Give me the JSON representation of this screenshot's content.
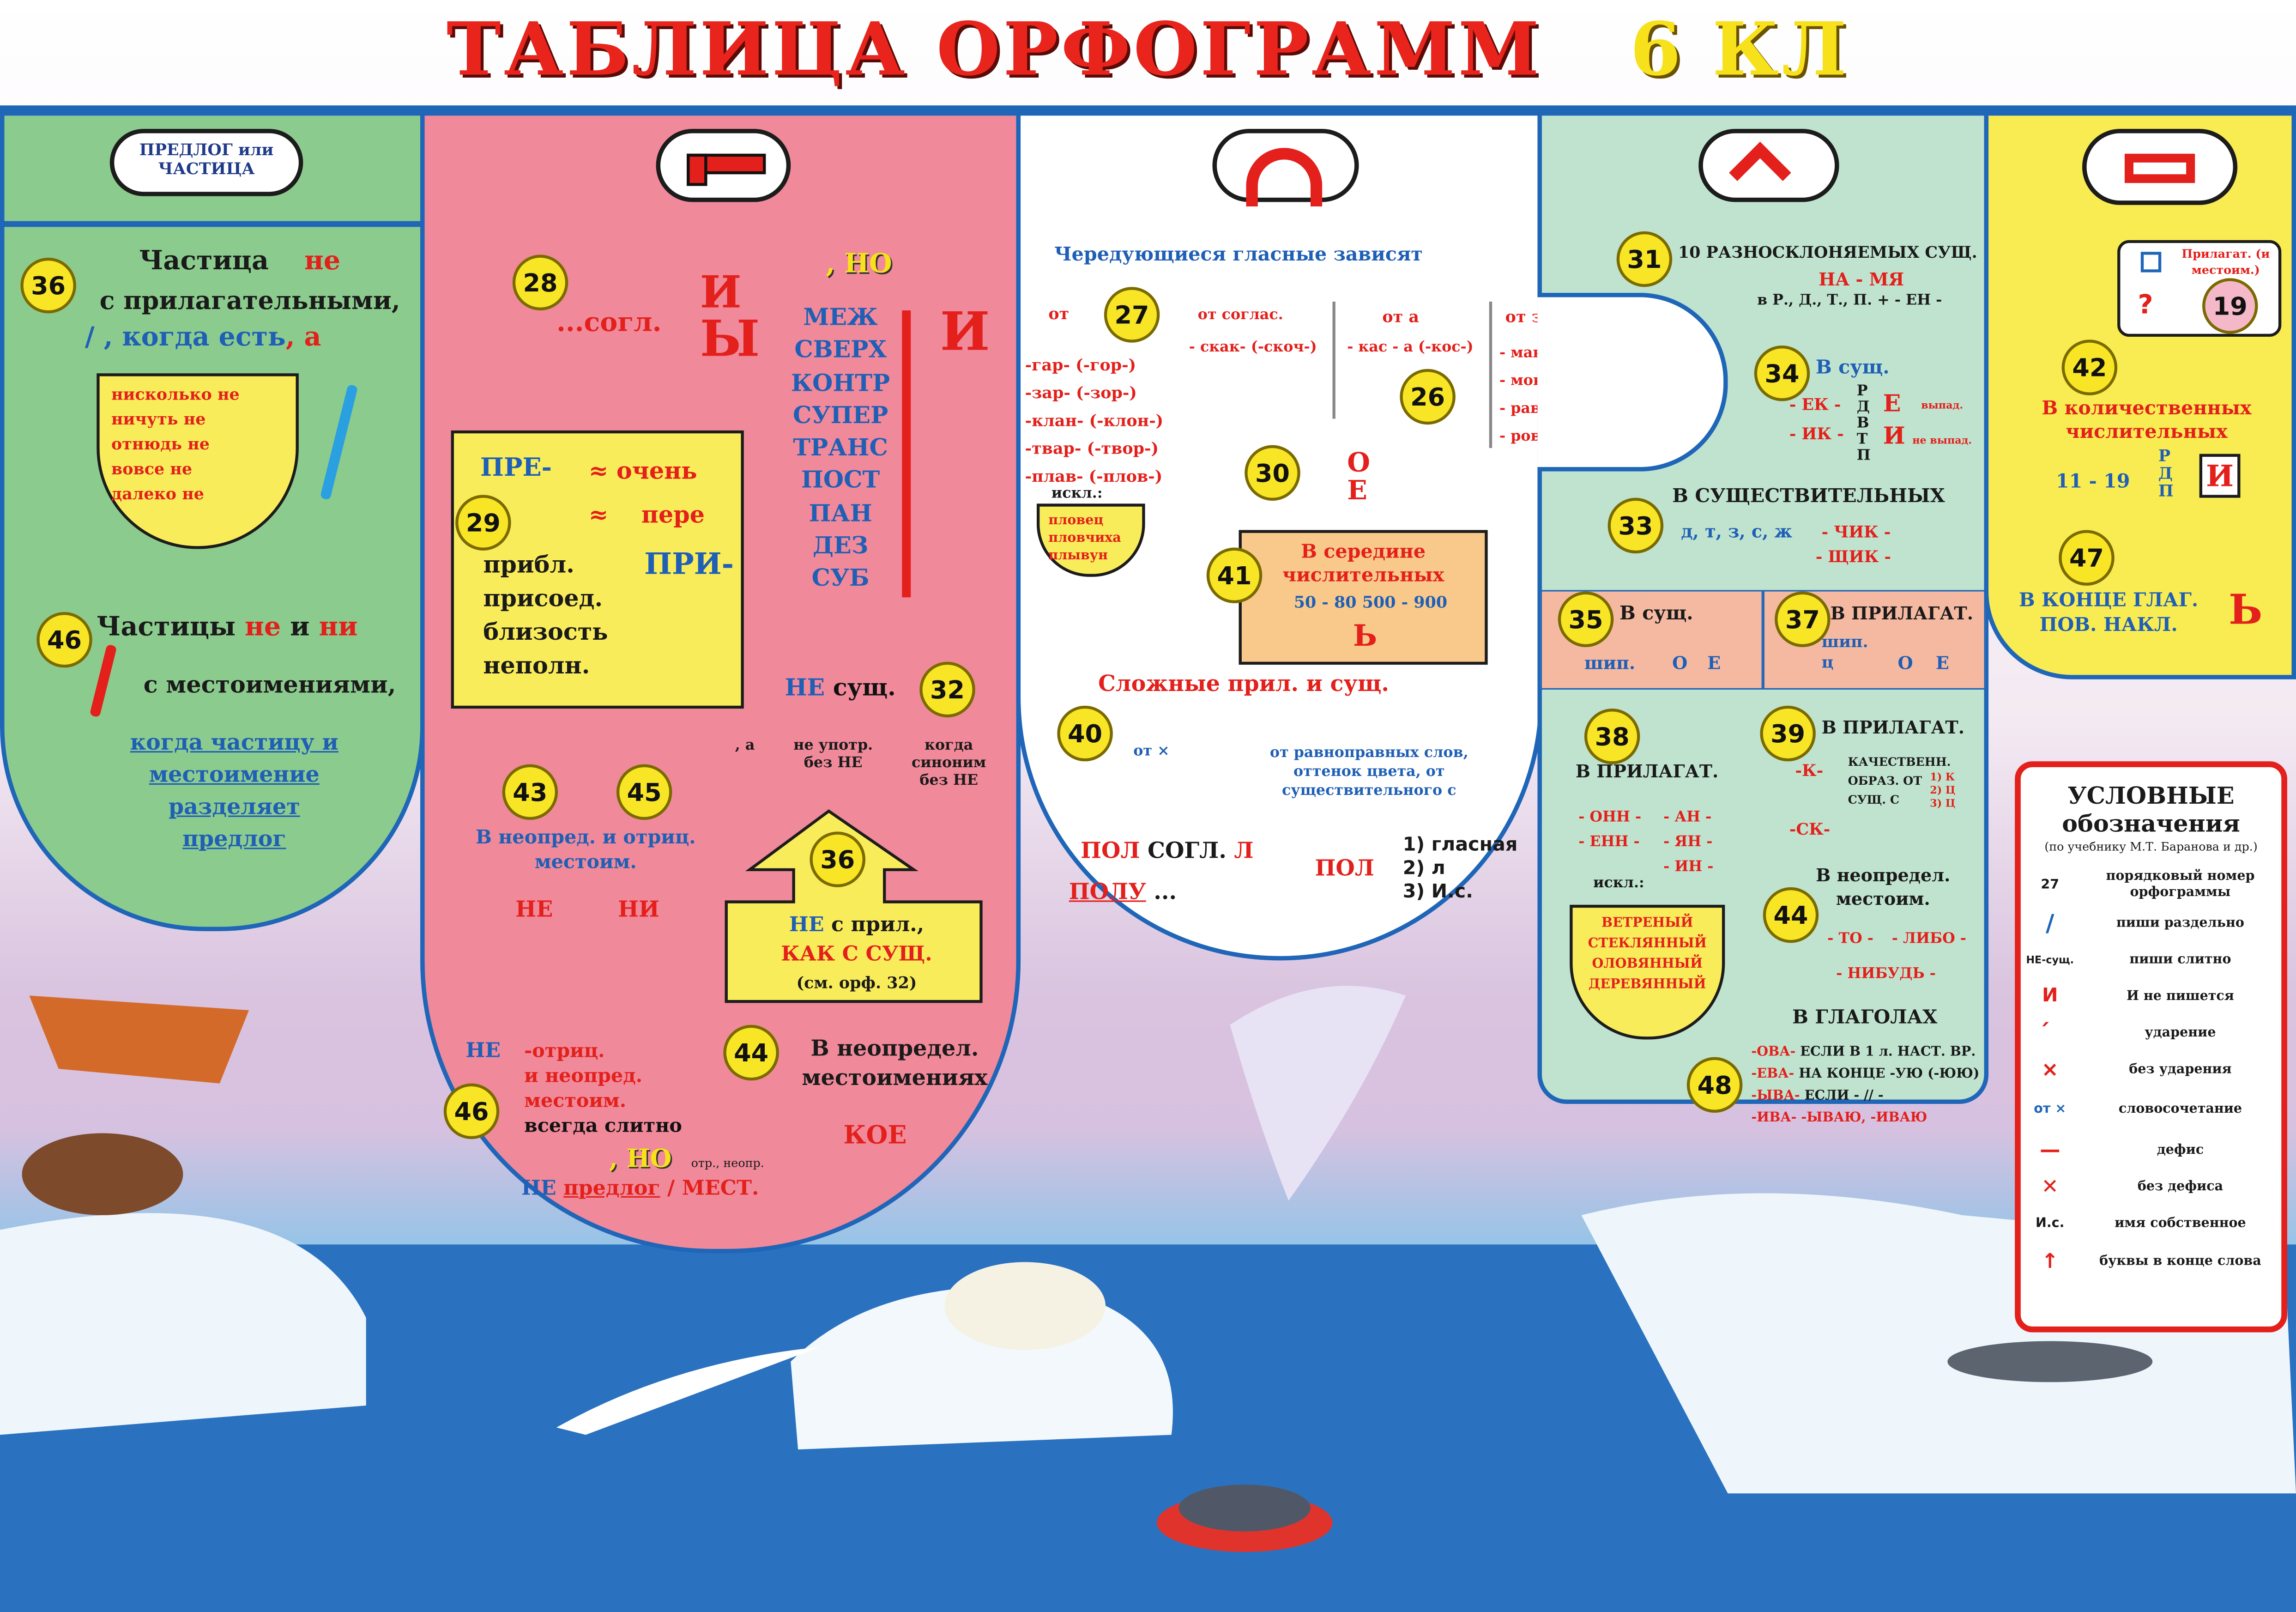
{
  "title": {
    "main": "ТАБЛИЦА ОРФОГРАММ",
    "grade": "6 КЛ"
  },
  "col1": {
    "header": "ПРЕДЛОГ или ЧАСТИЦА",
    "n36": "36",
    "ne_title_1": "Частица",
    "ne_title_2": "не",
    "ne_line2": "с прилагательными,",
    "ne_line3": "/ , когда есть",
    "ne_line3_a": ", а",
    "box_lines": [
      "нисколько не",
      "ничуть не",
      "отнюдь не",
      "вовсе не",
      "далеко не"
    ],
    "n46": "46",
    "ni_title_1": "Частицы",
    "ni_title_2": "не",
    "ni_title_3": "и",
    "ni_title_4": "ни",
    "ni_line2": "с местоимениями,",
    "ni_note": [
      "когда частицу и",
      "местоимение",
      "разделяет",
      "предлог"
    ]
  },
  "col2": {
    "n28": "28",
    "sogl": "...согл.",
    "ii": "И",
    "yy": "Ы",
    "no": ", НО",
    "prefixes": [
      "МЕЖ",
      "СВЕРХ",
      "КОНТР",
      "СУПЕР",
      "ТРАНС",
      "ПОСТ",
      "ПАН",
      "ДЕЗ",
      "СУБ"
    ],
    "i_big": "И",
    "n29": "29",
    "pre": "ПРЕ-",
    "approx1": "≈ очень",
    "approx2": "≈",
    "pere": "пере",
    "pri_lines": [
      "прибл.",
      "присоед.",
      "близость",
      "неполн."
    ],
    "pri": "ПРИ-",
    "n32": "32",
    "ne_sush": "НЕ",
    "sush": "сущ.",
    "n32_a": ", а",
    "n32_b": "не употр. без НЕ",
    "n32_c": "когда синоним без НЕ",
    "n36": "36",
    "box36_1": "НЕ",
    "box36_2": "с прил.,",
    "box36_3": "КАК С СУЩ.",
    "box36_4": "(см. орф. 32)",
    "n43": "43",
    "n45": "45",
    "neopr": "В неопред. и отриц. местоим.",
    "ne": "НЕ",
    "ni": "НИ",
    "n44": "44",
    "neopr2": "В неопредел. местоимениях",
    "koe": "КОЕ",
    "n46": "46",
    "ne_otr": "НЕ",
    "otr_lines": [
      "-отриц.",
      "и неопред.",
      "местоим.",
      "всегда слитно"
    ],
    "no2": ", НО",
    "otr_neopr": "отр., неопр.",
    "ne_pred": "НЕ",
    "predlog": "предлог",
    "mest": "/ МЕСТ."
  },
  "col3": {
    "title": "Чередующиеся гласные зависят",
    "n27": "27",
    "ot": "от",
    "ot_sogl": "от соглас.",
    "roots_left": [
      "-гар- (-гор-)",
      "-зар- (-зор-)",
      "-клан- (-клон-)",
      "-твар- (-твор-)",
      "-плав- (-плов-)"
    ],
    "iskl": "искл.:",
    "iskl_words": [
      "пловец",
      "пловчиха",
      "плывун"
    ],
    "skak": "- скак- (-скоч-)",
    "ot_a": "от",
    "a": "а",
    "kas": "- кас - а (-кос-)",
    "ot_zn": "от значения",
    "roots_right": [
      "- мак- : макать",
      "- мок- : мокнуть",
      "- равн- : одинаковый",
      "- ровн- : ровный"
    ],
    "n26": "26",
    "n30": "30",
    "o": "О",
    "e": "Е",
    "n41": "41",
    "box41_1": "В середине",
    "box41_2": "числительных",
    "box41_3": "50 - 80   500 - 900",
    "soft": "Ь",
    "slozh": "Сложные прил. и сущ.",
    "n40": "40",
    "ot_x": "от ×",
    "ravnopr": "от равноправных слов, оттенок цвета, от существительного с",
    "pol": "ПОЛ",
    "sogl": "СОГЛ.",
    "pol_l": "Л",
    "polu": "ПОЛУ",
    "dots": "...",
    "pol2": "ПОЛ",
    "rules": [
      "1) гласная",
      "2) л",
      "3) И.с."
    ]
  },
  "col4": {
    "n31": "31",
    "raznoskl": "10 РАЗНОСКЛОНЯЕМЫХ СУЩ.",
    "nama": "НА - МЯ",
    "padezh": "в  Р., Д., Т., П. + - ЕН -",
    "n34": "34",
    "v_sush": "В сущ.",
    "ek": "- ЕК -",
    "ik": "- ИК -",
    "rdvtp": "Р Д В Т П",
    "e_vypad": "Е",
    "vypad": "выпад.",
    "i": "И",
    "ne_vypad": "не выпад.",
    "n33": "33",
    "v_sushch": "В СУЩЕСТВИТЕЛЬНЫХ",
    "dt": "д, т, з, с, ж",
    "chik": "- ЧИК -",
    "shchik": "- ЩИК -",
    "n35": "35",
    "v_sush35": "В сущ.",
    "ship": "шип.",
    "o35": "О",
    "e35": "Е",
    "n37": "37",
    "v_pril37": "В ПРИЛАГАТ.",
    "shipc": "шип. ц",
    "o37": "О",
    "e37": "Е",
    "n38": "38",
    "v_pril38": "В ПРИЛАГАТ.",
    "onn": "- ОНН -",
    "enn": "- ЕНН -",
    "an": "- АН -",
    "yan": "- ЯН -",
    "in": "- ИН -",
    "iskl": "искл.:",
    "iskl_words": [
      "ВЕТРЕНЫЙ",
      "СТЕКЛЯННЫЙ",
      "ОЛОВЯННЫЙ",
      "ДЕРЕВЯННЫЙ"
    ],
    "n39": "39",
    "v_pril39": "В ПРИЛАГАТ.",
    "k": "-К-",
    "kach": "КАЧЕСТВЕНН.",
    "obraz": "ОБРАЗ. ОТ",
    "sush_s": "СУЩ. С",
    "sk": "-СК-",
    "small_rules": [
      "1) К",
      "2) Ц",
      "3) Ц"
    ],
    "n44": "44",
    "v_neopr": "В неопредел. местоим.",
    "to": "- ТО -",
    "libo": "- ЛИБО -",
    "nibud": "- НИБУДЬ -",
    "v_glag": "В ГЛАГОЛАХ",
    "n48": "48",
    "verb_rules": [
      {
        "suf": "-ОВА-",
        "txt": "ЕСЛИ В 1 л. НАСТ. ВР."
      },
      {
        "suf": "-ЕВА-",
        "txt": "НА КОНЦЕ -УЮ (-ЮЮ)"
      },
      {
        "suf": "-ЫВА-",
        "txt": "ЕСЛИ - // -"
      },
      {
        "suf": "-ИВА-",
        "txt": "-ЫВАЮ, -ИВАЮ"
      }
    ]
  },
  "col5": {
    "pril_title": "Прилагат. (и местоим.)",
    "n19": "19",
    "n42": "42",
    "kol": "В количественных числительных",
    "range": "11 - 19",
    "rdp": "Р Д П",
    "i": "И",
    "n47": "47",
    "konec": "В КОНЦЕ ГЛАГ. ПОВ. НАКЛ.",
    "soft": "Ь"
  },
  "legend": {
    "title": "УСЛОВНЫЕ обозначения",
    "subtitle": "(по учебнику М.Т. Баранова и др.)",
    "items": [
      {
        "sym": "27",
        "txt": "порядковый номер орфограммы"
      },
      {
        "sym": "/",
        "txt": "пиши раздельно"
      },
      {
        "sym": "НЕ-сущ.",
        "txt": "пиши слитно"
      },
      {
        "sym": "И",
        "txt": "И не пишется"
      },
      {
        "sym": "́",
        "txt": "ударение"
      },
      {
        "sym": "×",
        "txt": "без ударения"
      },
      {
        "sym": "от ×",
        "txt": "словосочетание"
      },
      {
        "sym": "—",
        "txt": "дефис"
      },
      {
        "sym": "✕",
        "txt": "без дефиса"
      },
      {
        "sym": "И.с.",
        "txt": "имя собственное"
      },
      {
        "sym": "↑",
        "txt": "буквы в конце слова"
      }
    ]
  },
  "colors": {
    "green": "#8dc88f",
    "pink": "#f08a9c",
    "mint": "#bfe4cf",
    "yellow": "#f9ee55",
    "blue": "#1f66b8",
    "red": "#e3201b"
  }
}
